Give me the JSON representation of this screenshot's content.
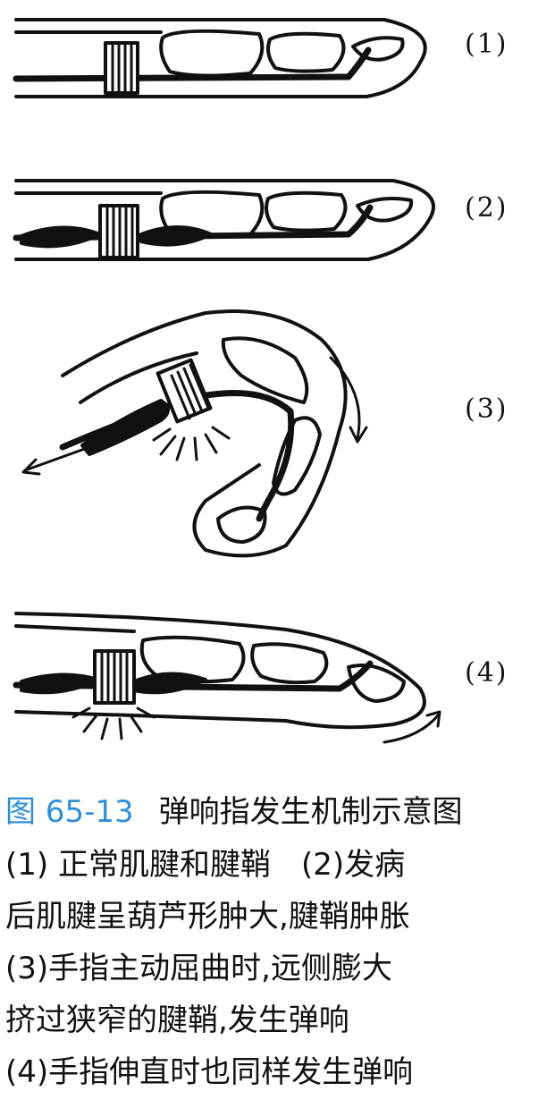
{
  "panels": [
    {
      "label": "(1)"
    },
    {
      "label": "(2)"
    },
    {
      "label": "(3)"
    },
    {
      "label": "(4)"
    }
  ],
  "caption": {
    "figure_number": "图 65-13",
    "title": "弹响指发生机制示意图",
    "lines": [
      "(1) 正常肌腱和腱鞘　(2)发病",
      "后肌腱呈葫芦形肿大,腱鞘肿胀",
      "(3)手指主动屈曲时,远侧膨大",
      "挤过狭窄的腱鞘,发生弹响",
      "(4)手指伸直时也同样发生弹响"
    ]
  },
  "colors": {
    "figure_number": "#2f8fd6",
    "ink": "#111111"
  }
}
